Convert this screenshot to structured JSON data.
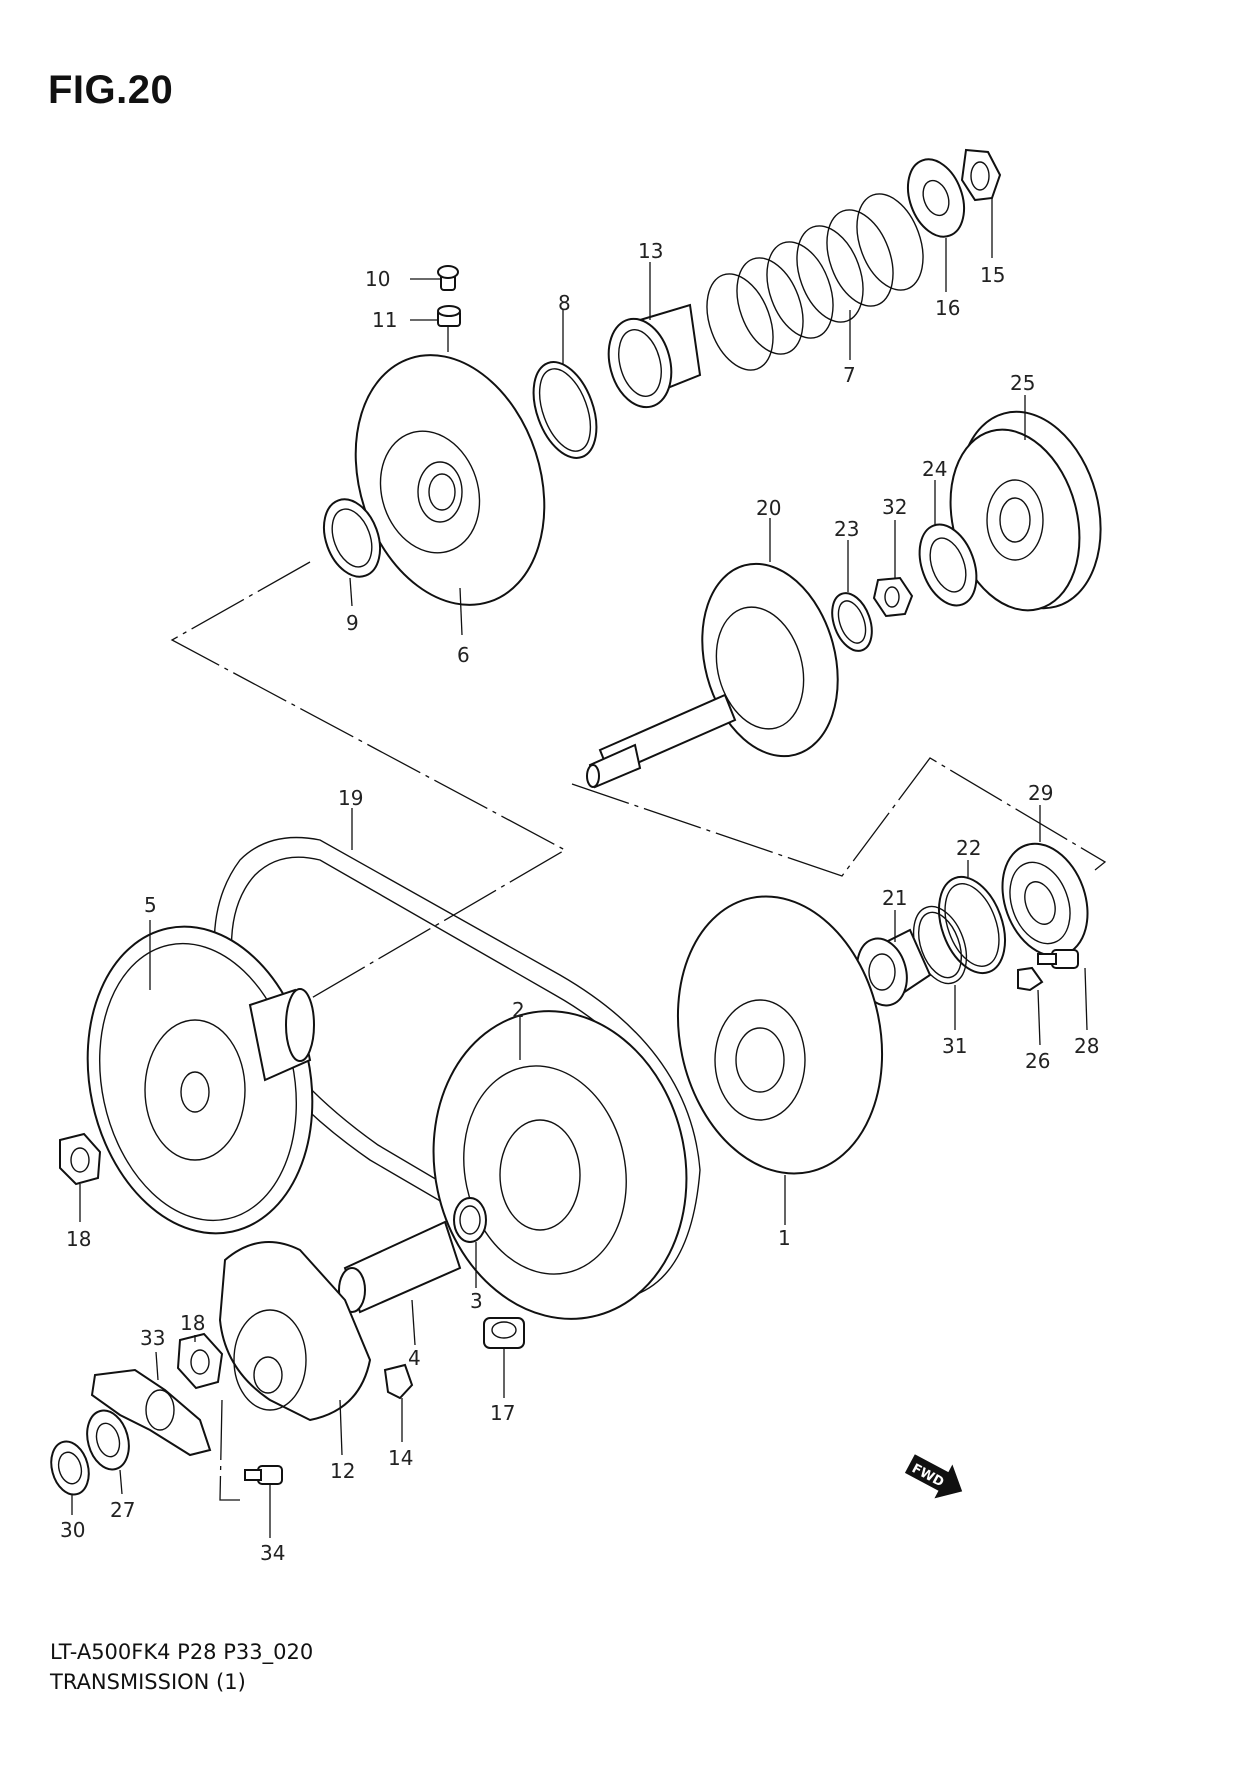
{
  "header": {
    "figure_title": "FIG.20"
  },
  "footer": {
    "model_code": "LT-A500FK4 P28 P33_020",
    "section_name": "TRANSMISSION (1)"
  },
  "direction_badge": {
    "text": "FWD"
  },
  "callouts": {
    "p1": "1",
    "p2": "2",
    "p3": "3",
    "p4": "4",
    "p5": "5",
    "p6": "6",
    "p7": "7",
    "p8": "8",
    "p9": "9",
    "p10": "10",
    "p11": "11",
    "p12": "12",
    "p13": "13",
    "p14": "14",
    "p15": "15",
    "p16": "16",
    "p17": "17",
    "p18a": "18",
    "p18b": "18",
    "p19": "19",
    "p20": "20",
    "p21": "21",
    "p22": "22",
    "p23": "23",
    "p24": "24",
    "p25": "25",
    "p26": "26",
    "p27": "27",
    "p28": "28",
    "p29": "29",
    "p30": "30",
    "p31": "31",
    "p32": "32",
    "p33": "33",
    "p34": "34"
  }
}
